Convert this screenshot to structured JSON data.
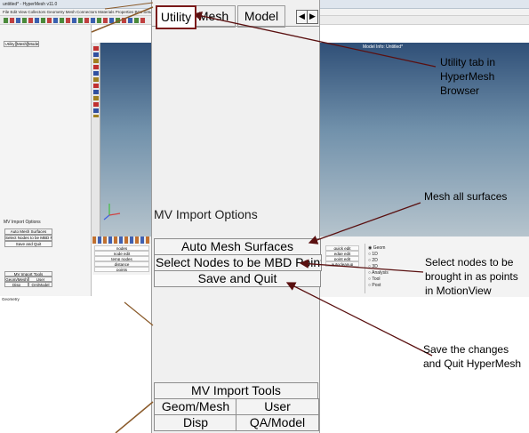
{
  "background_screenshot": {
    "window_title": "untitled* - HyperMesh v11.0",
    "menu_text": "File  Edit  View  Collectors  Geometry  Mesh  Connectors  Materials  Properties  BCs  Setup  Tools",
    "panel_tabs": [
      "Utility",
      "Mesh",
      "Model"
    ],
    "mv_import_label": "MV Import Options",
    "buttons": [
      "Auto Mesh Surfaces",
      "Select Nodes to be MBD Points",
      "Save and Quit"
    ],
    "tools_label": "MV Import Tools",
    "bottom_cells": [
      "Geom/Mesh",
      "User",
      "Disp",
      "QA/Model"
    ],
    "viewport_label": "Model Info: Untitled*",
    "lower_grid_left": [
      "nodes",
      "node edit",
      "temp nodes",
      "distance",
      "points"
    ],
    "lower_grid_right": [
      "quick edit",
      "edge edit",
      "point edit",
      "autocleanup"
    ],
    "radio_labels": [
      "Geom",
      "1D",
      "2D",
      "3D",
      "Analysis",
      "Tool",
      "Post"
    ],
    "status": "Geometry"
  },
  "zoom_panel": {
    "tabs": [
      "Utility",
      "Mesh",
      "Model"
    ],
    "arrow_left": "◀",
    "arrow_right": "▶",
    "section_label": "MV Import Options",
    "buttons": [
      "Auto Mesh Surfaces",
      "Select Nodes to be MBD Points",
      "Save and Quit"
    ],
    "tools_label": "MV Import Tools",
    "bottom_cells": [
      "Geom/Mesh",
      "User",
      "Disp",
      "QA/Model"
    ]
  },
  "annotations": {
    "utility_tab": "Utility tab in HyperMesh Browser",
    "mesh_surfaces": "Mesh all surfaces",
    "select_nodes": "Select nodes to be brought in as points in MotionView",
    "save_quit": "Save the changes and Quit HyperMesh"
  },
  "colors": {
    "active_tab_border": "#7a1a1a",
    "arrow_line": "#5a1010",
    "viewport_top": "#2f4f77",
    "zoom_guide_line": "#8a5a2a"
  }
}
